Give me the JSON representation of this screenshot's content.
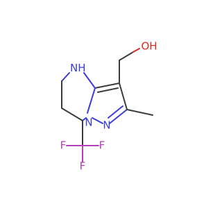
{
  "molecule": {
    "atoms": {
      "nh": {
        "label": "N",
        "label_sub": "H",
        "element": "N"
      },
      "n_bridge": {
        "label": "N",
        "element": "N"
      },
      "n_pyrazole": {
        "label": "N",
        "element": "N"
      },
      "oh": {
        "label": "OH",
        "element": "O"
      },
      "f_left": {
        "label": "F",
        "element": "F"
      },
      "f_right": {
        "label": "F",
        "element": "F"
      },
      "f_bottom": {
        "label": "F",
        "element": "F"
      }
    }
  }
}
